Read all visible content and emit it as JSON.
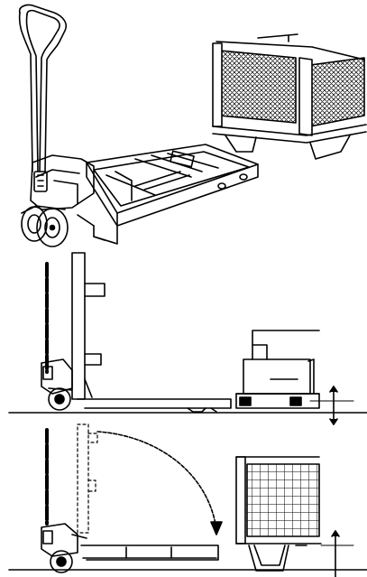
{
  "figure": {
    "panels": [
      "pallet-truck-perspective",
      "pallet-truck-side-with-load",
      "pallet-truck-side-with-cage"
    ],
    "ink_color": "#000000",
    "paper_color": "#ffffff",
    "text_labels": []
  }
}
